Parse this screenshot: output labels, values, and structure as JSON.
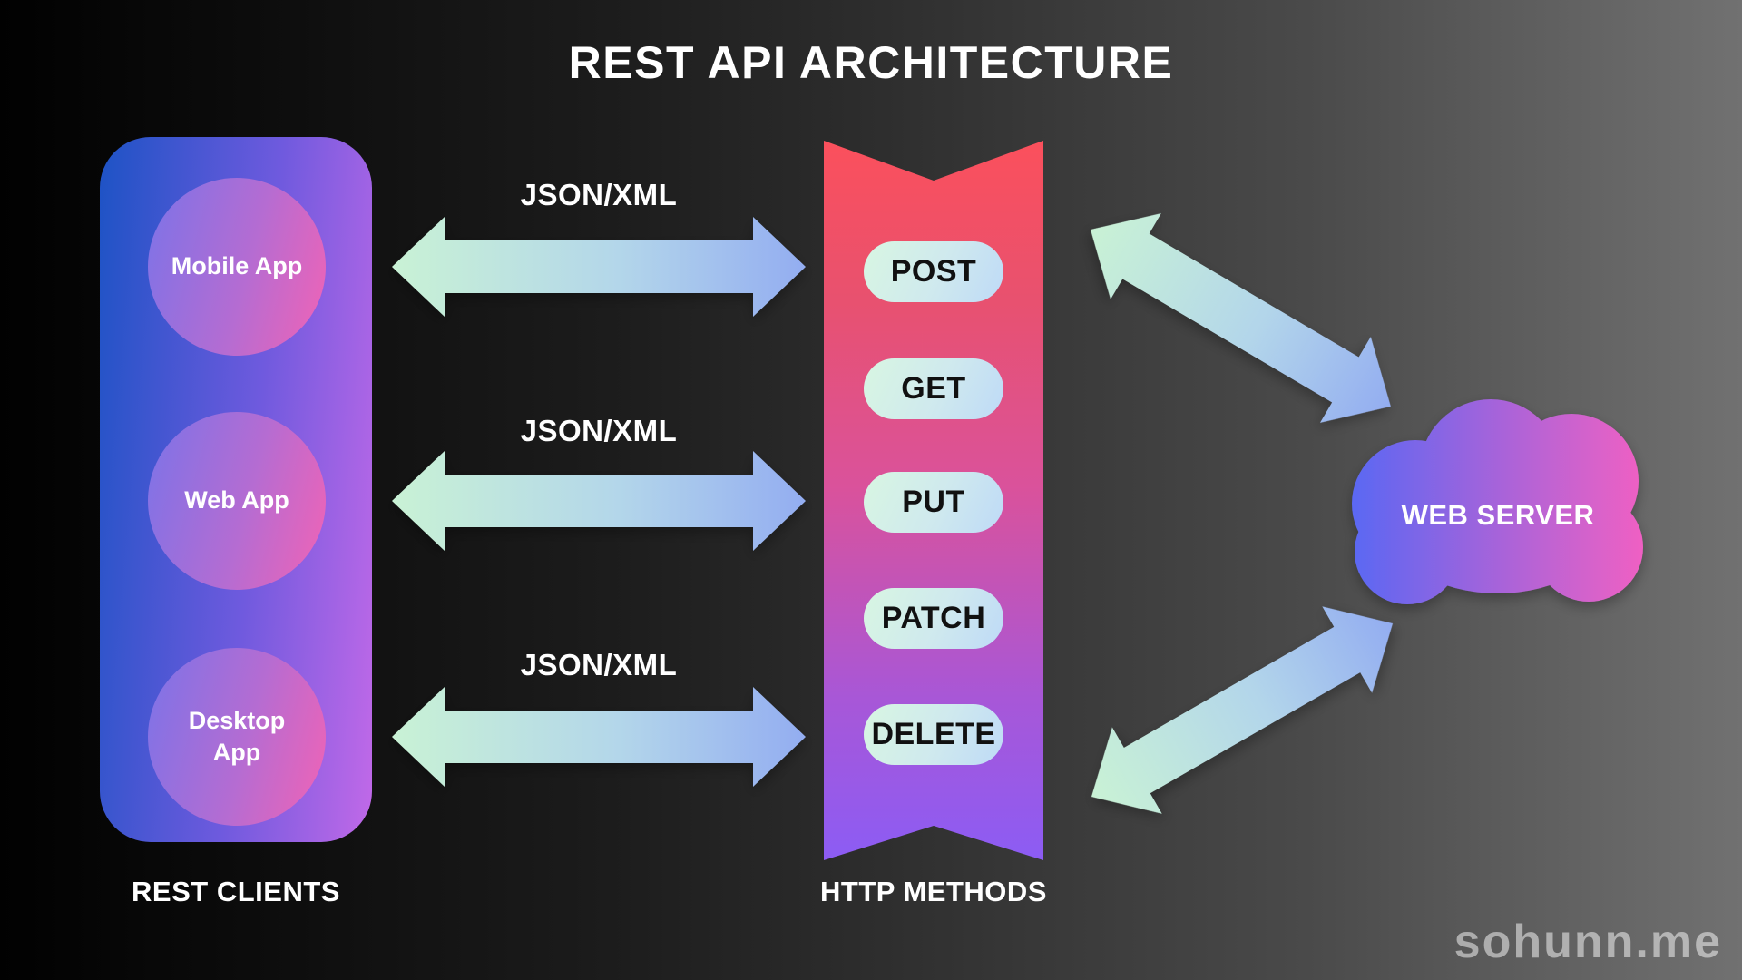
{
  "title": "REST API ARCHITECTURE",
  "clients": {
    "label": "REST CLIENTS",
    "items": [
      "Mobile App",
      "Web App",
      "Desktop App"
    ]
  },
  "methods": {
    "label": "HTTP METHODS",
    "items": [
      "POST",
      "GET",
      "PUT",
      "PATCH",
      "DELETE"
    ]
  },
  "server": {
    "label": "WEB SERVER"
  },
  "connections": {
    "labels": [
      "JSON/XML",
      "JSON/XML",
      "JSON/XML"
    ]
  },
  "watermark": "sohunn.me",
  "colors": {
    "background_left": "#010101",
    "background_right": "#717171",
    "panel_blue": "#1d53c5",
    "panel_purple": "#c169e8",
    "circle_periwinkle": "#7b73e8",
    "circle_pink": "#f263b5",
    "ribbon_red": "#fb505c",
    "ribbon_magenta": "#da529b",
    "ribbon_purple": "#8c5cf4",
    "pill_mint": "#d8f6e2",
    "pill_blue": "#bedaf7",
    "arrow_green": "#c9f2d5",
    "arrow_blue": "#93adf1",
    "cloud_indigo": "#5a67f3",
    "cloud_pink": "#ef61c3",
    "text_light": "#ffffff",
    "text_dark": "#111111"
  }
}
